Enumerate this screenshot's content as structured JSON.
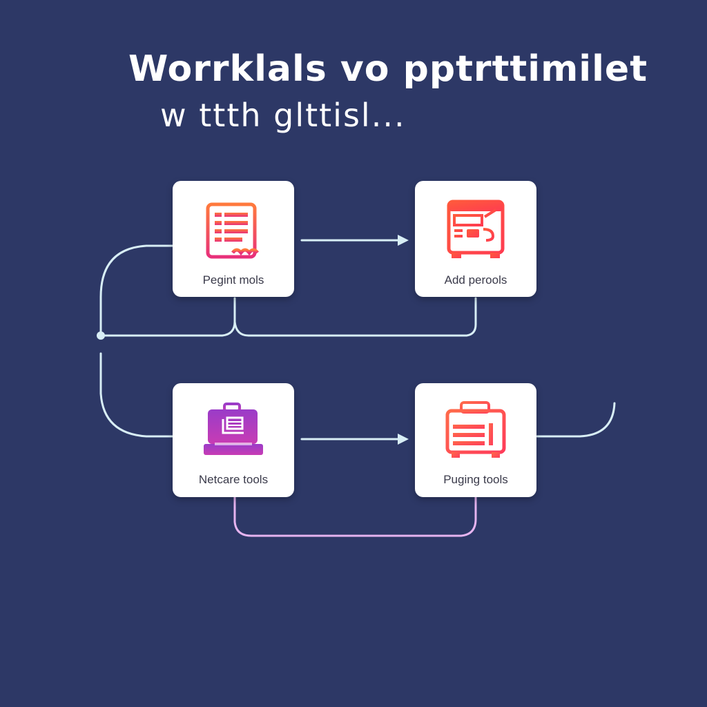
{
  "title": {
    "line1": "Worrklals vo pptrttimilet",
    "line2": "w ttth  glttisl..."
  },
  "nodes": [
    {
      "label": "Pegint mols",
      "icon": "document-list-icon",
      "color": "#ff5a4f"
    },
    {
      "label": "Add perools",
      "icon": "printer-machine-icon",
      "color": "#ff5a3c"
    },
    {
      "label": "Netcare tools",
      "icon": "laptop-briefcase-icon",
      "color": "#b43cc8"
    },
    {
      "label": "Puging tools",
      "icon": "machine-tools-icon",
      "color": "#ff4a50"
    }
  ],
  "colors": {
    "background": "#2d3866",
    "connector": "#d8eef5",
    "connector_pink": "#e6b4f0",
    "card": "#ffffff"
  }
}
